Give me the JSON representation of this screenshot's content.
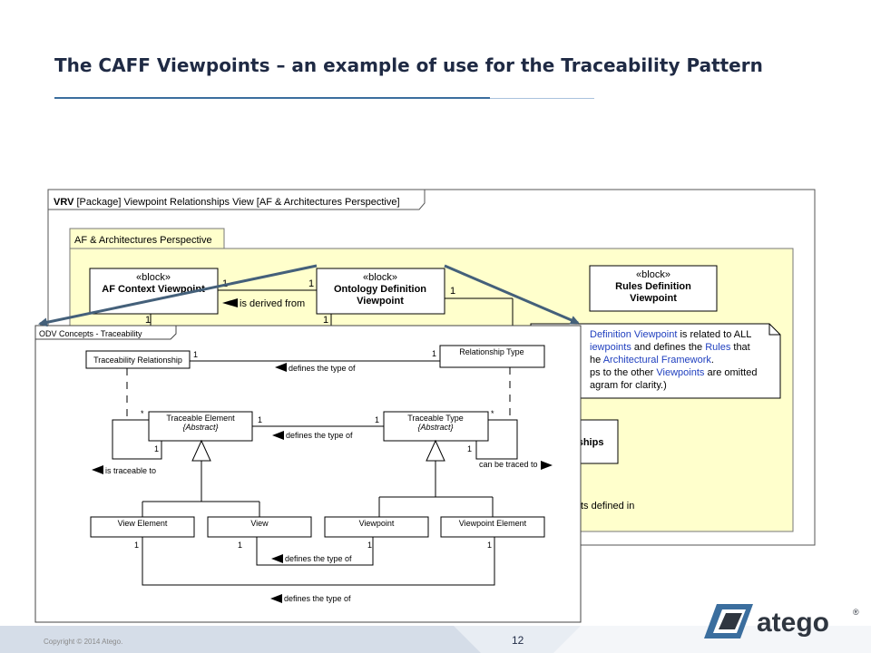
{
  "slide": {
    "title": "The CAFF Viewpoints – an example of use for the Traceability Pattern",
    "copyright": "Copyright © 2014 Atego.",
    "page_number": "12",
    "logo_text": "atego",
    "logo_mark": "®"
  },
  "back_diagram": {
    "frame_label_prefix": "VRV",
    "frame_label": "[Package] Viewpoint Relationships View [AF & Architectures Perspective]",
    "package_label": "AF & Architectures Perspective",
    "stereotype": "«block»",
    "blocks": [
      {
        "id": "af_context",
        "name": "AF Context Viewpoint"
      },
      {
        "id": "ontology_def",
        "name_line1": "Ontology Definition",
        "name_line2": "Viewpoint"
      },
      {
        "id": "rules_def",
        "name_line1": "Rules Definition",
        "name_line2": "Viewpoint"
      },
      {
        "id": "relationships",
        "name": "nships"
      }
    ],
    "relations": [
      {
        "label": "is derived from",
        "mult_a": "1",
        "mult_b": "1"
      }
    ],
    "multiplicities": [
      "1",
      "1",
      "1",
      "1"
    ],
    "note_lines": [
      {
        "segments": [
          {
            "text": "Definition Viewpoint",
            "link": true
          },
          {
            "text": " is related to ALL",
            "link": false
          }
        ]
      },
      {
        "segments": [
          {
            "text": "iewpoints",
            "link": true
          },
          {
            "text": " and defines the ",
            "link": false
          },
          {
            "text": "Rules",
            "link": true
          },
          {
            "text": " that",
            "link": false
          }
        ]
      },
      {
        "segments": [
          {
            "text": "he ",
            "link": false
          },
          {
            "text": "Architectural Framework",
            "link": true
          },
          {
            "text": ".",
            "link": false
          }
        ]
      },
      {
        "segments": [
          {
            "text": "ps to the other ",
            "link": false
          },
          {
            "text": "Viewpoints",
            "link": true
          },
          {
            "text": " are omitted",
            "link": false
          }
        ]
      },
      {
        "segments": [
          {
            "text": "agram  for clarity.)",
            "link": false
          }
        ]
      }
    ],
    "bottom_text": "ts defined in"
  },
  "front_diagram": {
    "frame_label": "ODV Concepts - Traceability",
    "blocks": [
      {
        "id": "trace_rel",
        "name": "Traceability Relationship"
      },
      {
        "id": "rel_type",
        "name": "Relationship Type"
      },
      {
        "id": "trace_elem",
        "name": "Traceable Element",
        "modifier": "{Abstract}"
      },
      {
        "id": "trace_type",
        "name": "Traceable Type",
        "modifier": "{Abstract}"
      },
      {
        "id": "view_elem",
        "name": "View Element"
      },
      {
        "id": "view",
        "name": "View"
      },
      {
        "id": "viewpoint",
        "name": "Viewpoint"
      },
      {
        "id": "viewpoint_elem",
        "name": "Viewpoint Element"
      }
    ],
    "assoc_labels": {
      "rel_top": "defines the type of",
      "rel_mid": "defines the type of",
      "rel_view": "defines the type of",
      "rel_bottom": "defines the type of",
      "self_left": "is traceable to",
      "self_right": "can be traced to"
    },
    "multiplicities": {
      "one": "1",
      "many": "*"
    }
  },
  "colors": {
    "title": "#1f2a44",
    "accent_rule": "#3b6e9e",
    "package_fill": "#ffffcc",
    "link_text": "#1f3fbf",
    "callout_arrow": "#44607a",
    "logo_dark": "#2f3640",
    "logo_accent": "#3b6e9e"
  }
}
